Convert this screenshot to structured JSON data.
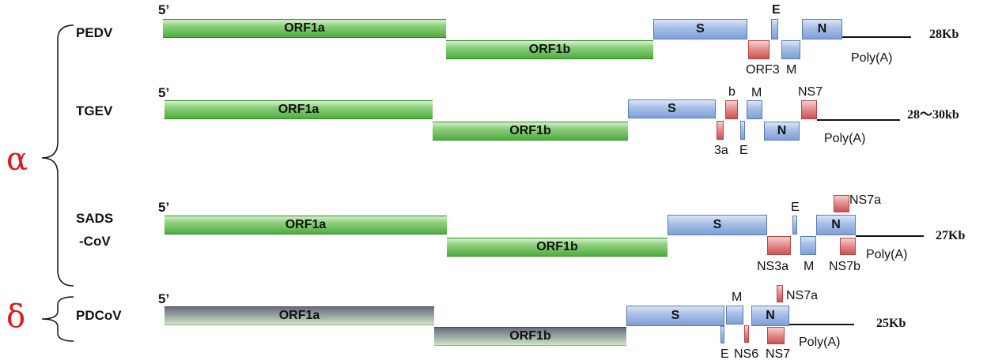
{
  "groups": [
    {
      "symbol": "α",
      "color": "#e0191b"
    },
    {
      "symbol": "δ",
      "color": "#e0191b"
    }
  ],
  "genomes": [
    {
      "name": "PEDV",
      "five_prime": "5’",
      "size": "28Kb",
      "orf1a": "ORF1a",
      "orf1b": "ORF1b",
      "genes": {
        "s": "S",
        "orf3": "ORF3",
        "e": "E",
        "m": "M",
        "n": "N"
      },
      "polya": "Poly(A)"
    },
    {
      "name": "TGEV",
      "five_prime": "5’",
      "size": "28～30kb",
      "orf1a": "ORF1a",
      "orf1b": "ORF1b",
      "genes": {
        "s": "S",
        "a3": "3a",
        "b": "b",
        "e": "E",
        "m": "M",
        "n": "N",
        "ns7": "NS7"
      },
      "polya": "Poly(A)"
    },
    {
      "name_line1": "SADS",
      "name_line2": "-CoV",
      "five_prime": "5’",
      "size": "27Kb",
      "orf1a": "ORF1a",
      "orf1b": "ORF1b",
      "genes": {
        "s": "S",
        "ns3a": "NS3a",
        "e": "E",
        "m": "M",
        "n": "N",
        "ns7a": "NS7a",
        "ns7b": "NS7b"
      },
      "polya": "Poly(A)"
    },
    {
      "name": "PDCoV",
      "five_prime": "5’",
      "size": "25Kb",
      "orf1a": "ORF1a",
      "orf1b": "ORF1b",
      "genes": {
        "s": "S",
        "e": "E",
        "m": "M",
        "ns6": "NS6",
        "n": "N",
        "ns7": "NS7",
        "ns7a": "NS7a"
      },
      "polya": "Poly(A)"
    }
  ],
  "colors": {
    "replicase": "#4fae3f",
    "structural": "#8eaadc",
    "accessory": "#d9615f",
    "deltacoronavirus_replicase": "#7d7d95"
  }
}
